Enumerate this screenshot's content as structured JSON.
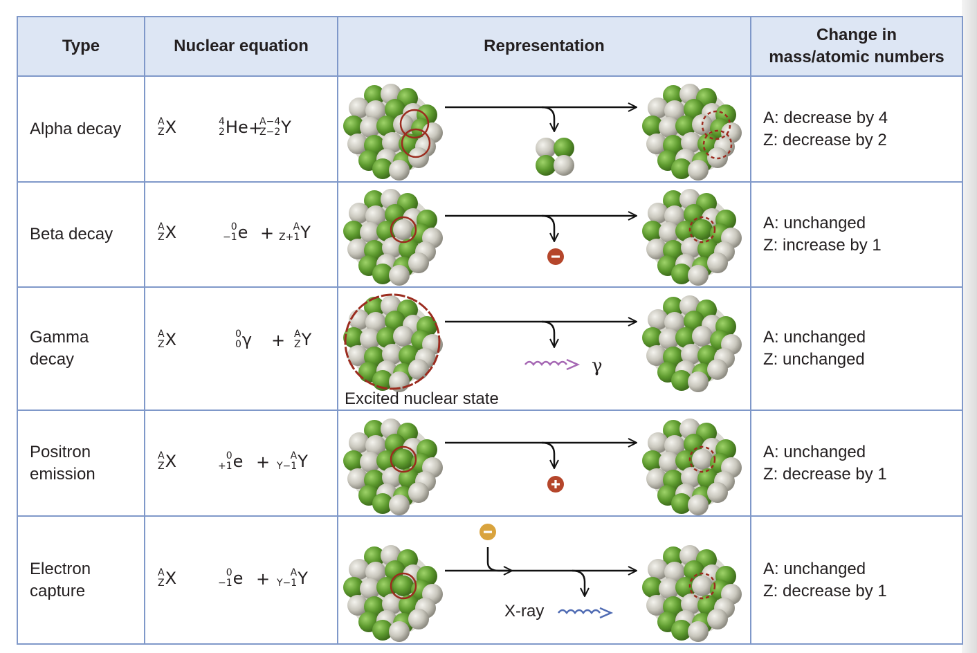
{
  "headers": {
    "type": "Type",
    "equation": "Nuclear equation",
    "representation": "Representation",
    "change_line1": "Change in",
    "change_line2": "mass/atomic numbers"
  },
  "rows": [
    {
      "type": "Alpha decay",
      "parent": {
        "A": "A",
        "Z": "Z",
        "symbol": "X"
      },
      "particle": {
        "A": "4",
        "Z": "2",
        "symbol": "He"
      },
      "daughter": {
        "A": "A−4",
        "Z": "Z−2",
        "symbol": "Y"
      },
      "change_a": "A: decrease by 4",
      "change_z": "Z: decrease by 2"
    },
    {
      "type": "Beta decay",
      "parent": {
        "A": "A",
        "Z": "Z",
        "symbol": "X"
      },
      "particle": {
        "A": "0",
        "Z": "−1",
        "symbol": "e"
      },
      "daughter": {
        "A": "A",
        "Z": "Z+1",
        "symbol": "Y"
      },
      "change_a": "A: unchanged",
      "change_z": "Z: increase by 1"
    },
    {
      "type_line1": "Gamma",
      "type_line2": "decay",
      "parent": {
        "A": "A",
        "Z": "Z",
        "symbol": "X"
      },
      "particle": {
        "A": "0",
        "Z": "0",
        "symbol": "γ"
      },
      "daughter": {
        "A": "A",
        "Z": "Z",
        "symbol": "Y"
      },
      "change_a": "A: unchanged",
      "change_z": "Z: unchanged",
      "state_label": "Excited nuclear state",
      "gamma_label": "γ"
    },
    {
      "type_line1": "Positron",
      "type_line2": "emission",
      "parent": {
        "A": "A",
        "Z": "Z",
        "symbol": "X"
      },
      "particle": {
        "A": "0",
        "Z": "+1",
        "symbol": "e"
      },
      "daughter": {
        "A": "A",
        "Z": "Y−1",
        "symbol": "Y"
      },
      "change_a": "A: unchanged",
      "change_z": "Z: decrease by 1"
    },
    {
      "type_line1": "Electron",
      "type_line2": "capture",
      "parent": {
        "A": "A",
        "Z": "Z",
        "symbol": "X"
      },
      "particle": {
        "A": "0",
        "Z": "−1",
        "symbol": "e"
      },
      "daughter": {
        "A": "A",
        "Z": "Y−1",
        "symbol": "Y"
      },
      "change_a": "A: unchanged",
      "change_z": "Z: decrease by 1",
      "xray_label": "X-ray"
    }
  ],
  "colors": {
    "proton_green": "#5d9a2e",
    "neutron_gray": "#c8c6bc",
    "outline_red": "#9b2c1f",
    "header_bg": "#dde6f4",
    "border_blue": "#7f98c9",
    "gamma_purple": "#a668b4",
    "xray_blue": "#4f6bb3",
    "electron_red": "#b5462b",
    "electron_gold": "#d9a33d"
  }
}
